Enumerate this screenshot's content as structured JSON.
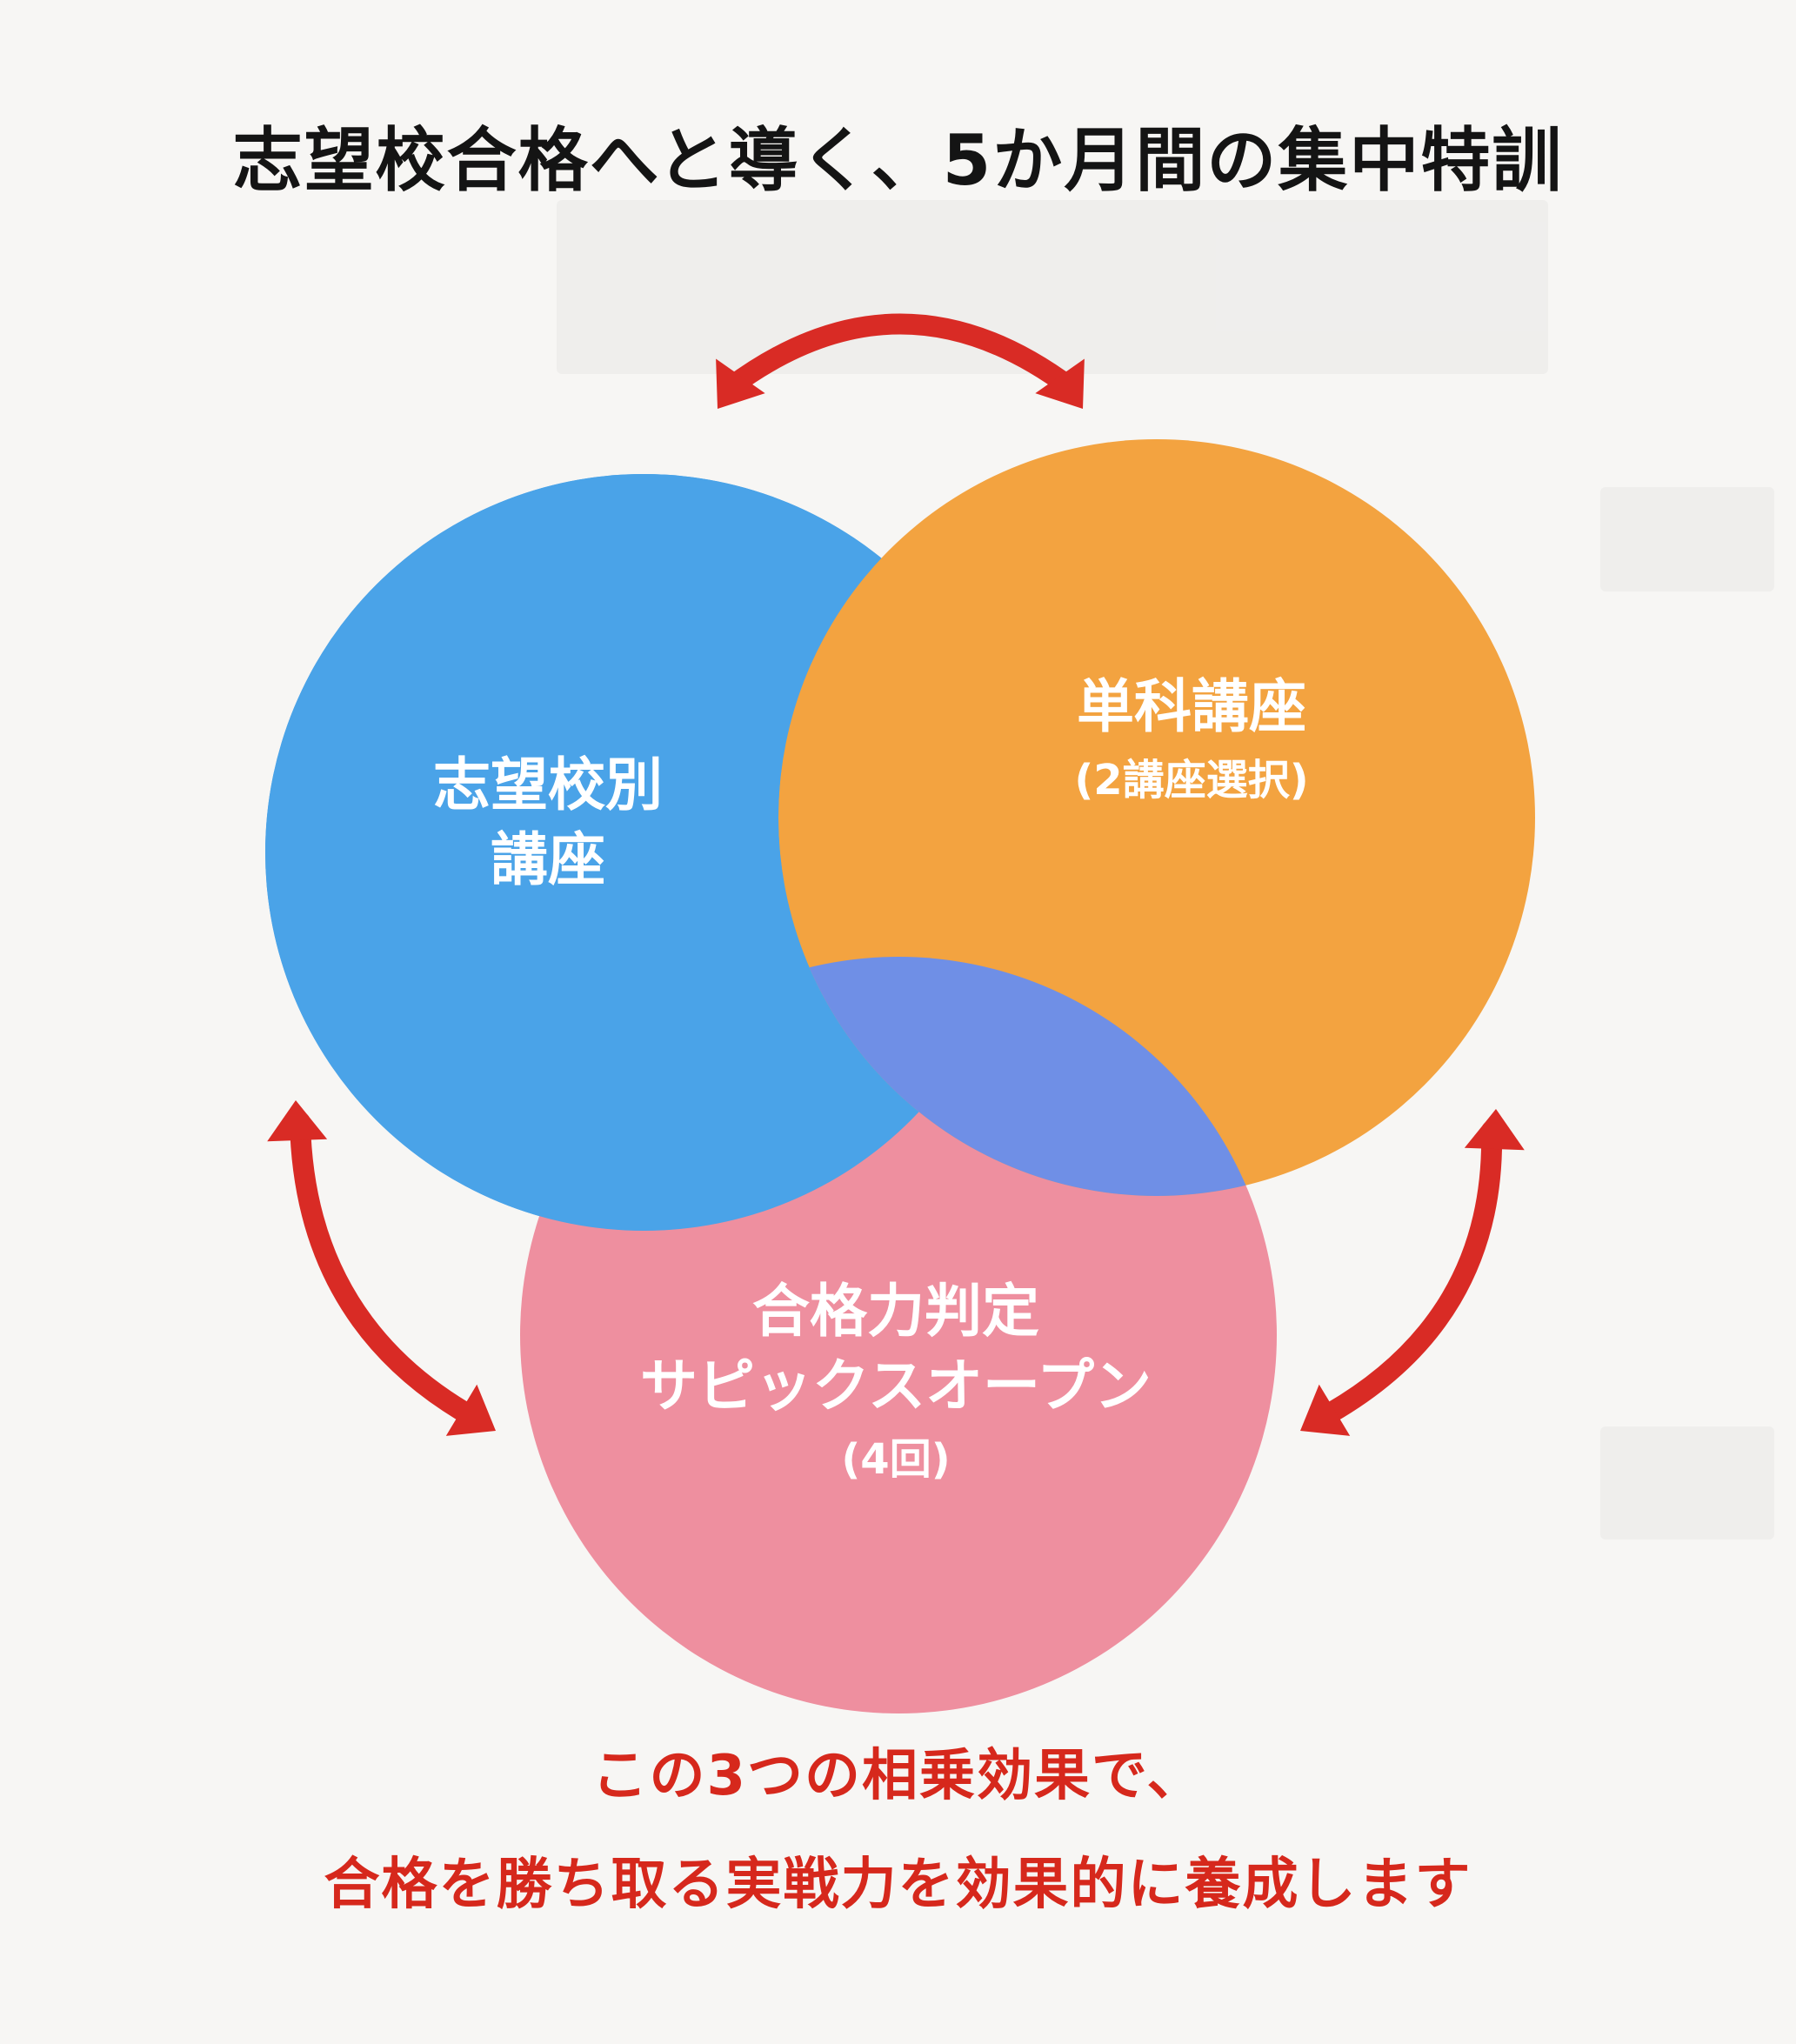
{
  "title": "志望校合格へと導く、5か月間の集中特訓",
  "circles": {
    "school_course": {
      "line1": "志望校別",
      "line2": "講座",
      "color": "#4aa3e8"
    },
    "single_course": {
      "line1": "単科講座",
      "note": "(2講座選択)",
      "color": "#f3a340"
    },
    "open_test": {
      "line1": "合格力判定",
      "line2": "サピックスオープン",
      "note": "(4回)",
      "color": "#ee8f9f"
    },
    "overlap_color": "#6f8fe6"
  },
  "arrow_color": "#d92b25",
  "footer": {
    "line1": "この3つの相乗効果で、",
    "line2": "合格を勝ち取る実戦力を効果的に養成します"
  }
}
